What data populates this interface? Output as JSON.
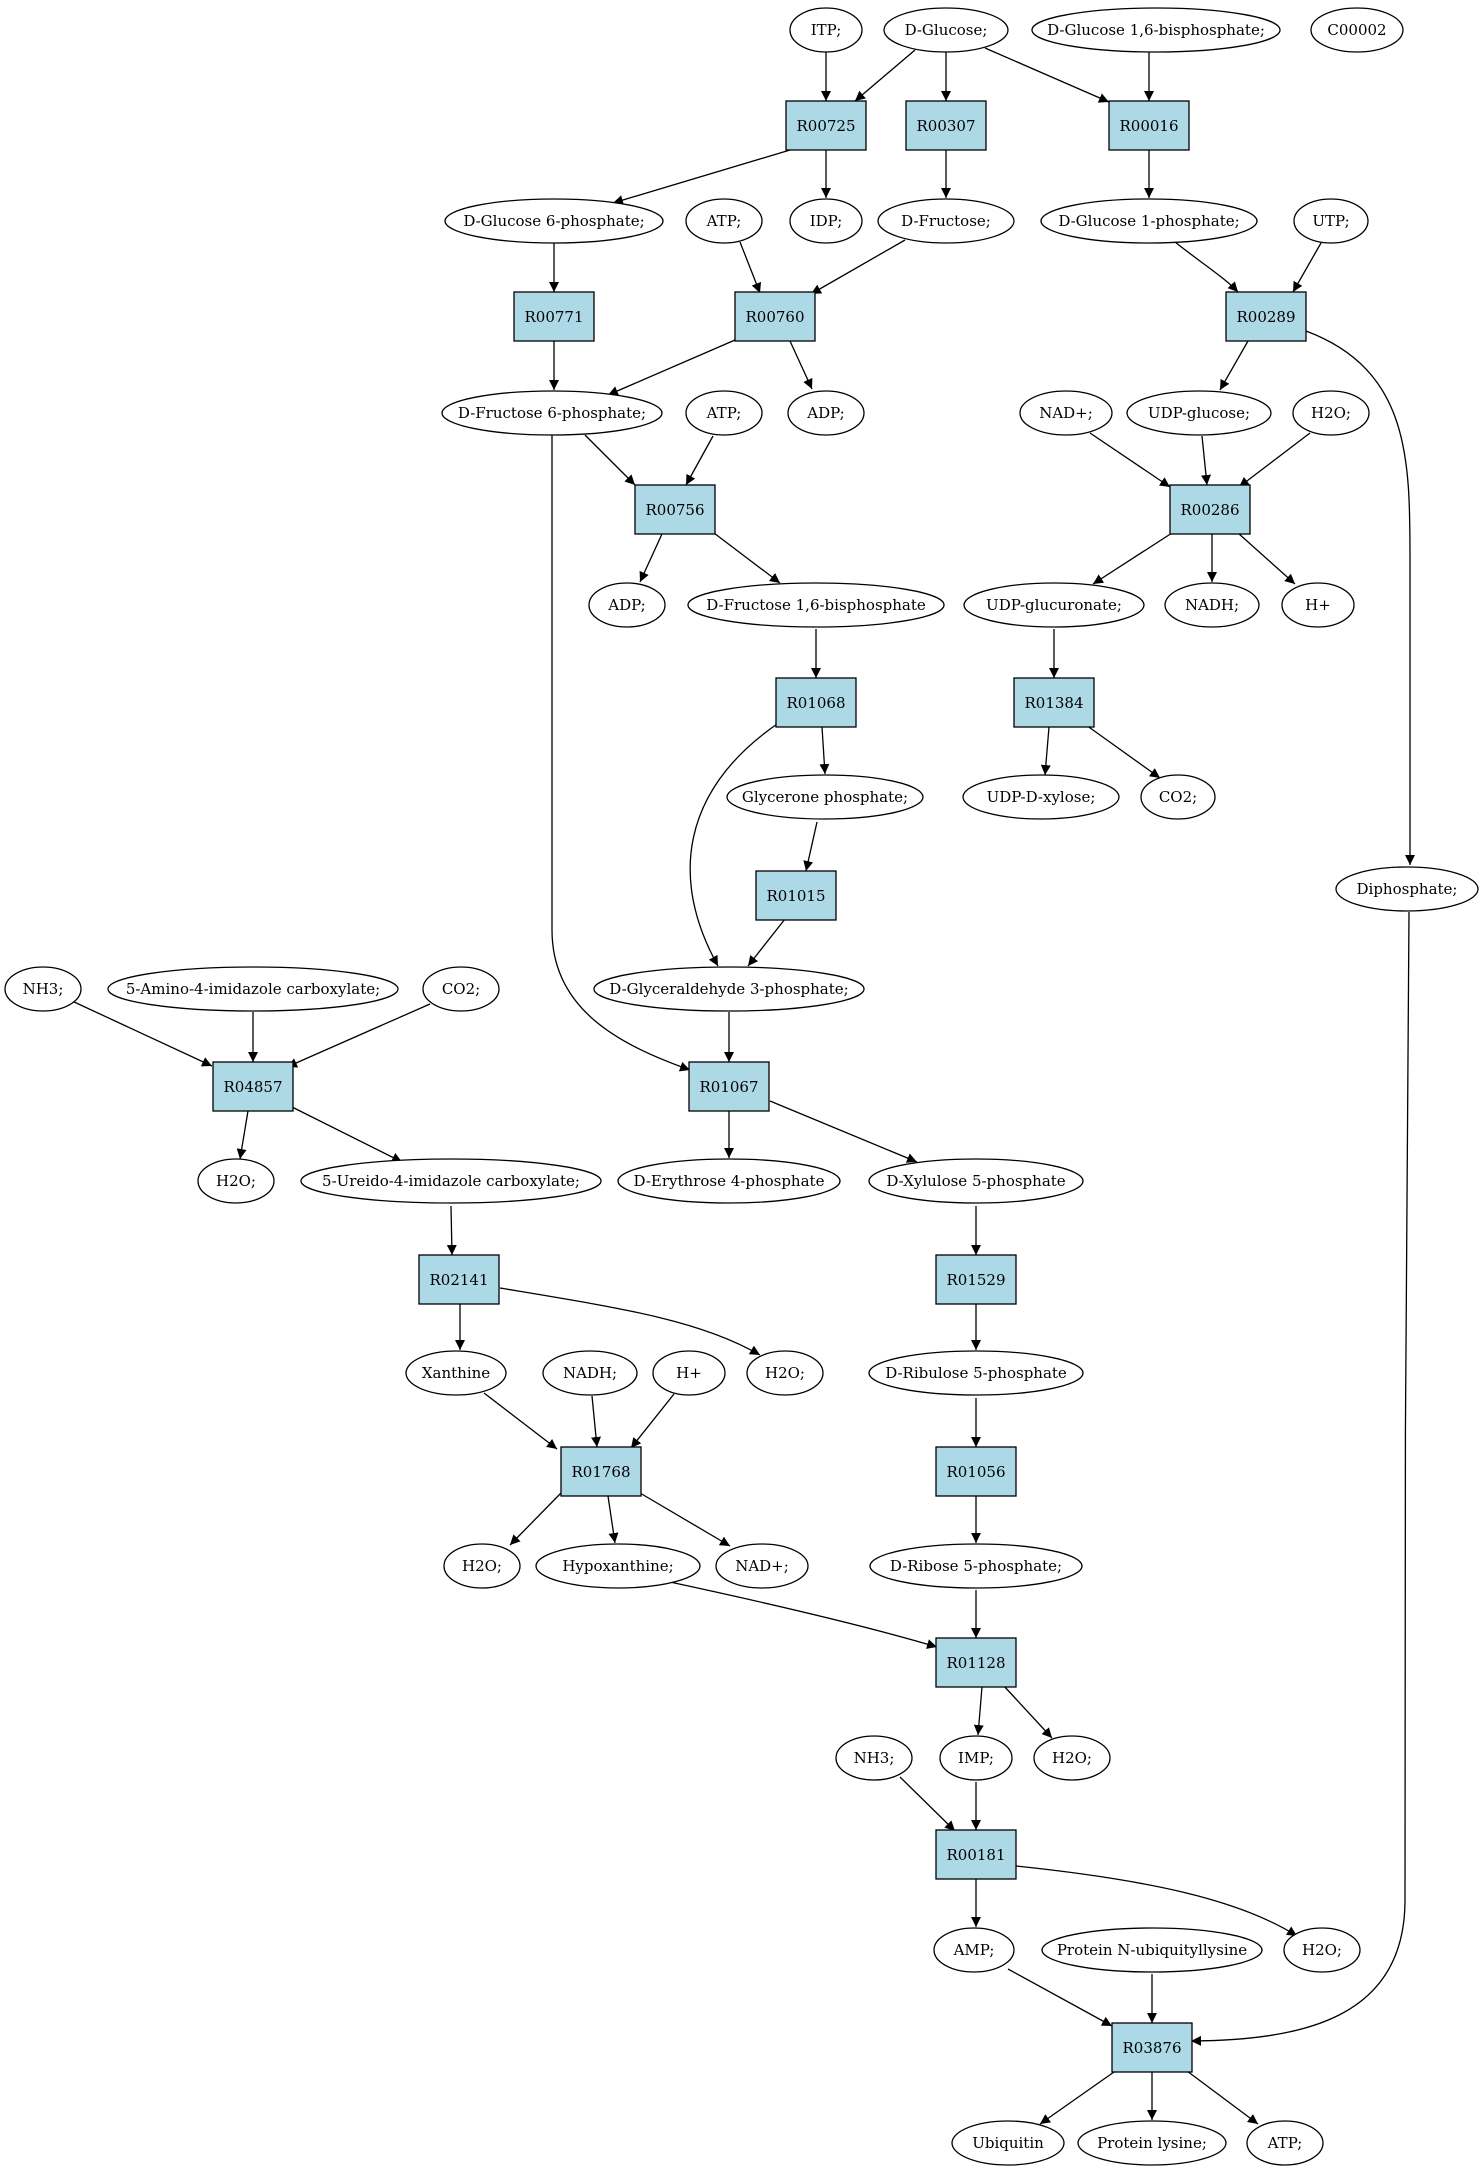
{
  "colors": {
    "reaction_fill": "#add8e6",
    "compound_fill": "#ffffff",
    "start_compound_fill": "#00ee00",
    "highlight_compound_fill": "#ffff00",
    "stroke": "#000000"
  },
  "compounds": {
    "itp": "ITP;",
    "d_glucose": "D-Glucose;",
    "d_glucose_16bp": "D-Glucose 1,6-bisphosphate;",
    "c00002": "C00002",
    "d_glucose_6p": "D-Glucose 6-phosphate;",
    "idp": "IDP;",
    "atp_1": "ATP;",
    "d_fructose": "D-Fructose;",
    "d_glucose_1p": "D-Glucose 1-phosphate;",
    "utp": "UTP;",
    "d_fructose_6p": "D-Fructose 6-phosphate;",
    "atp_2": "ATP;",
    "adp_1": "ADP;",
    "nad_plus_1": "NAD+;",
    "udp_glucose": "UDP-glucose;",
    "h2o_1": "H2O;",
    "adp_2": "ADP;",
    "d_fructose_16bp": "D-Fructose 1,6-bisphosphate",
    "udp_glucuronate": "UDP-glucuronate;",
    "nadh_1": "NADH;",
    "h_plus_1": "H+",
    "glycerone_p": "Glycerone phosphate;",
    "udp_d_xylose": "UDP-D-xylose;",
    "co2_1": "CO2;",
    "diphosphate": "Diphosphate;",
    "nh3_1": "NH3;",
    "amino_imidazole": "5-Amino-4-imidazole carboxylate;",
    "co2_2": "CO2;",
    "glyceraldehyde_3p": "D-Glyceraldehyde 3-phosphate;",
    "h2o_2": "H2O;",
    "ureido_imidazole": "5-Ureido-4-imidazole carboxylate;",
    "d_erythrose_4p": "D-Erythrose 4-phosphate",
    "d_xylulose_5p": "D-Xylulose 5-phosphate",
    "xanthine": "Xanthine",
    "nadh_2": "NADH;",
    "h_plus_2": "H+",
    "h2o_3": "H2O;",
    "d_ribulose_5p": "D-Ribulose 5-phosphate",
    "h2o_4": "H2O;",
    "hypoxanthine": "Hypoxanthine;",
    "nad_plus_2": "NAD+;",
    "d_ribose_5p": "D-Ribose 5-phosphate;",
    "nh3_2": "NH3;",
    "imp": "IMP;",
    "h2o_5": "H2O;",
    "amp": "AMP;",
    "protein_n_ubiquityllysine": "Protein N-ubiquityllysine",
    "h2o_6": "H2O;",
    "ubiquitin": "Ubiquitin",
    "protein_lysine": "Protein lysine;",
    "atp_3": "ATP;"
  },
  "reactions": {
    "r00725": "R00725",
    "r00307": "R00307",
    "r00016": "R00016",
    "r00771": "R00771",
    "r00760": "R00760",
    "r00289": "R00289",
    "r00756": "R00756",
    "r00286": "R00286",
    "r01068": "R01068",
    "r01384": "R01384",
    "r01015": "R01015",
    "r04857": "R04857",
    "r01067": "R01067",
    "r02141": "R02141",
    "r01529": "R01529",
    "r01768": "R01768",
    "r01056": "R01056",
    "r01128": "R01128",
    "r00181": "R00181",
    "r03876": "R03876"
  }
}
